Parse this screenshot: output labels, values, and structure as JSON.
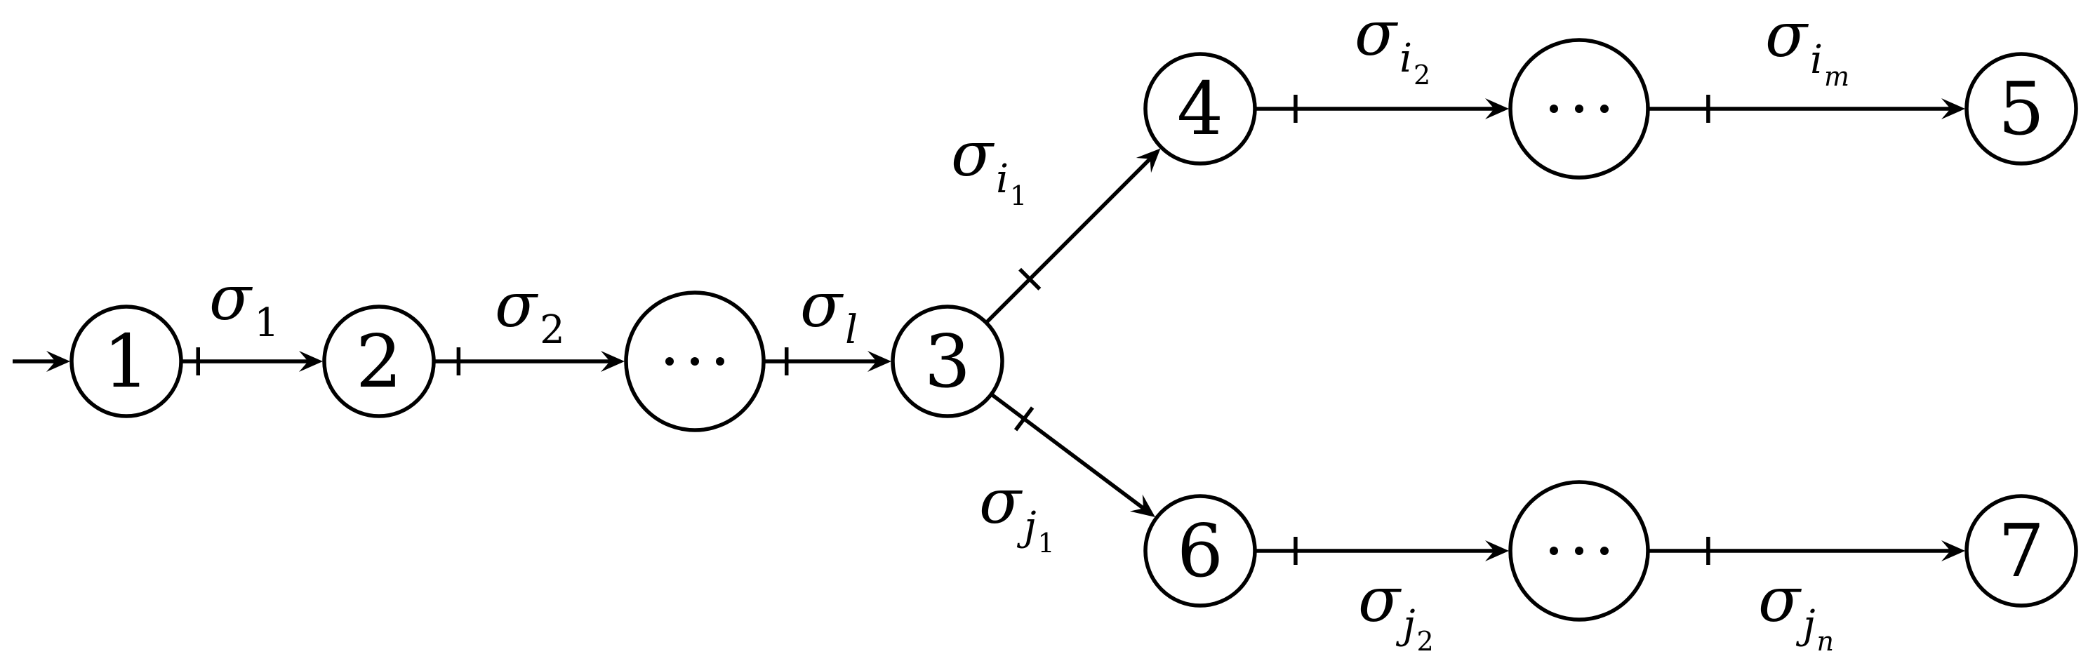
{
  "nodes": [
    {
      "id": "n1",
      "label": "1"
    },
    {
      "id": "n2",
      "label": "2"
    },
    {
      "id": "n_dots1",
      "label": "···"
    },
    {
      "id": "n3",
      "label": "3"
    },
    {
      "id": "n4",
      "label": "4"
    },
    {
      "id": "n_dots2",
      "label": "···"
    },
    {
      "id": "n5",
      "label": "5"
    },
    {
      "id": "n6",
      "label": "6"
    },
    {
      "id": "n_dots3",
      "label": "···"
    },
    {
      "id": "n7",
      "label": "7"
    }
  ],
  "edges": [
    {
      "id": "e_start",
      "from": "start",
      "to": "n1",
      "symbol": "",
      "sub": "",
      "sub2": ""
    },
    {
      "id": "e_1_2",
      "from": "n1",
      "to": "n2",
      "symbol": "σ",
      "sub": "1",
      "sub2": ""
    },
    {
      "id": "e_2_d1",
      "from": "n2",
      "to": "n_dots1",
      "symbol": "σ",
      "sub": "2",
      "sub2": ""
    },
    {
      "id": "e_d1_3",
      "from": "n_dots1",
      "to": "n3",
      "symbol": "σ",
      "sub": "l",
      "sub2": ""
    },
    {
      "id": "e_3_4",
      "from": "n3",
      "to": "n4",
      "symbol": "σ",
      "sub": "i",
      "sub2": "1"
    },
    {
      "id": "e_4_d2",
      "from": "n4",
      "to": "n_dots2",
      "symbol": "σ",
      "sub": "i",
      "sub2": "2"
    },
    {
      "id": "e_d2_5",
      "from": "n_dots2",
      "to": "n5",
      "symbol": "σ",
      "sub": "i",
      "sub2": "m"
    },
    {
      "id": "e_3_6",
      "from": "n3",
      "to": "n6",
      "symbol": "σ",
      "sub": "j",
      "sub2": "1"
    },
    {
      "id": "e_6_d3",
      "from": "n6",
      "to": "n_dots3",
      "symbol": "σ",
      "sub": "j",
      "sub2": "2"
    },
    {
      "id": "e_d3_7",
      "from": "n_dots3",
      "to": "n7",
      "symbol": "σ",
      "sub": "j",
      "sub2": "n"
    }
  ],
  "colors": {
    "stroke": "#000000",
    "background": "#ffffff"
  }
}
